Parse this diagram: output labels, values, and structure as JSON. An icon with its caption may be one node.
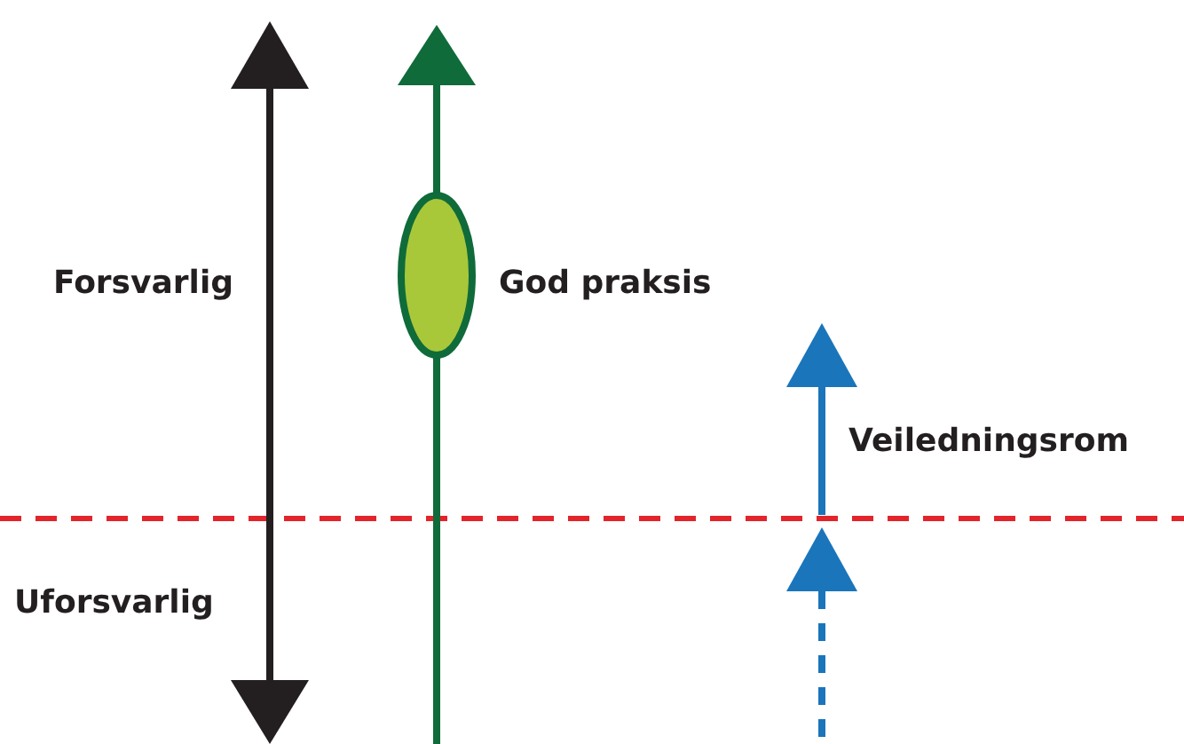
{
  "diagram": {
    "nodes": [
      {
        "text": [],
        "shape": "ellipse",
        "beside": [
          "God praksis"
        ]
      }
    ],
    "labels": [
      "Forsvarlig",
      "Uforsvarlig",
      "Veiledningsrom"
    ]
  }
}
